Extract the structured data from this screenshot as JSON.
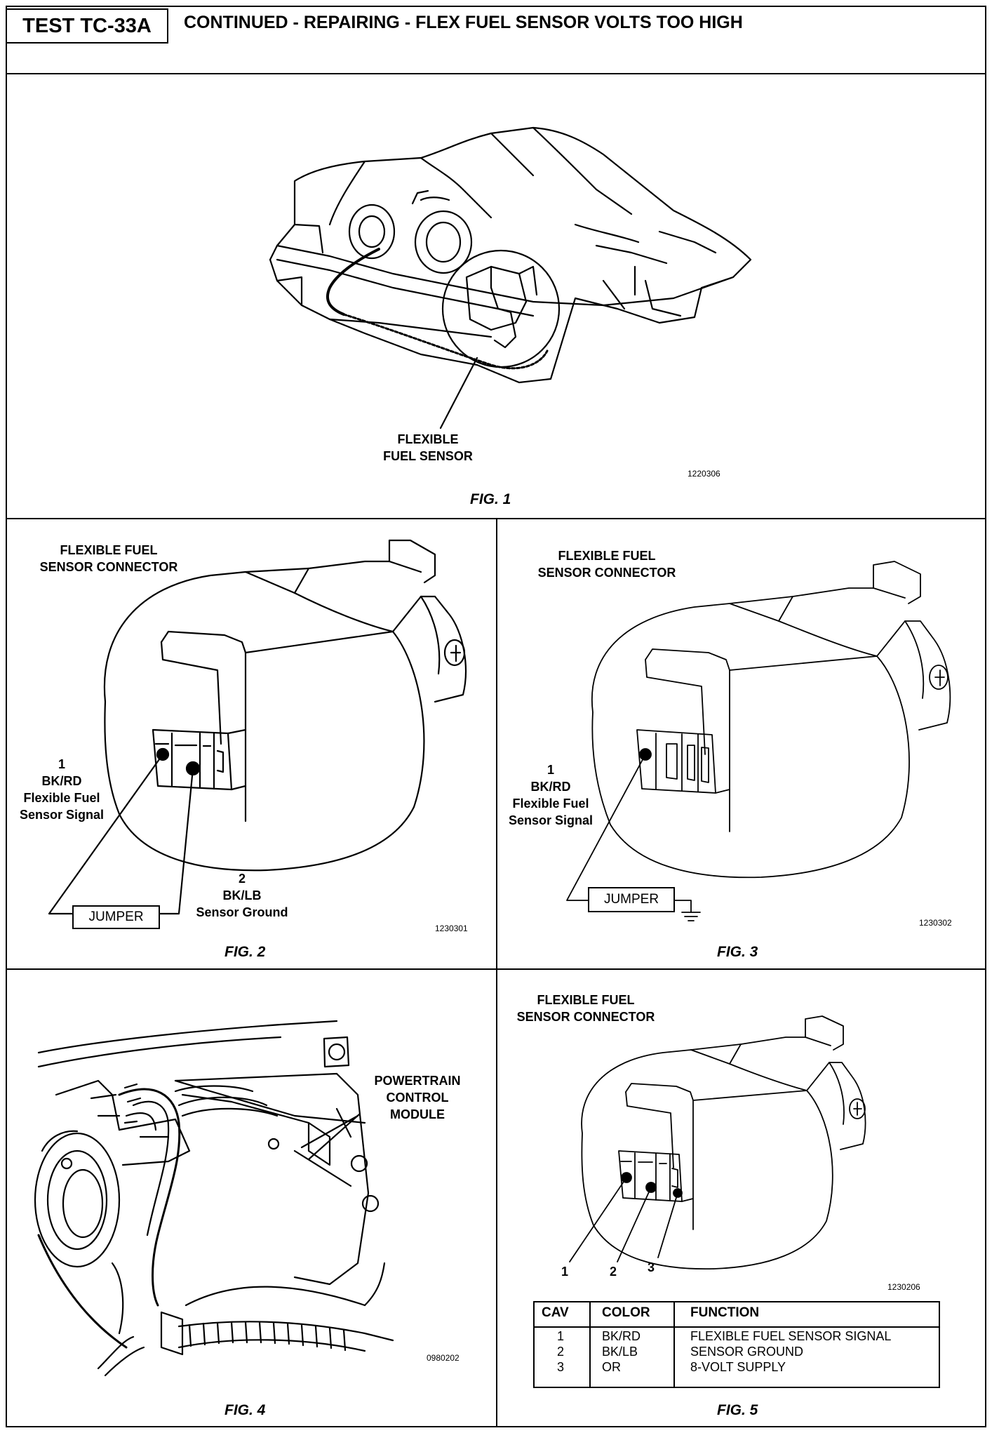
{
  "header": {
    "test_id": "TEST TC-33A",
    "title": "CONTINUED -  REPAIRING - FLEX FUEL SENSOR VOLTS TOO HIGH"
  },
  "fig1": {
    "label_line1": "FLEXIBLE",
    "label_line2": "FUEL SENSOR",
    "code": "1220306",
    "caption": "FIG. 1"
  },
  "fig2": {
    "title_line1": "FLEXIBLE FUEL",
    "title_line2": "SENSOR CONNECTOR",
    "pin1_num": "1",
    "pin1_color": "BK/RD",
    "pin1_func_line1": "Flexible Fuel",
    "pin1_func_line2": "Sensor Signal",
    "pin2_num": "2",
    "pin2_color": "BK/LB",
    "pin2_func": "Sensor Ground",
    "jumper": "JUMPER",
    "code": "1230301",
    "caption": "FIG. 2"
  },
  "fig3": {
    "title_line1": "FLEXIBLE FUEL",
    "title_line2": "SENSOR CONNECTOR",
    "pin1_num": "1",
    "pin1_color": "BK/RD",
    "pin1_func_line1": "Flexible Fuel",
    "pin1_func_line2": "Sensor Signal",
    "jumper": "JUMPER",
    "code": "1230302",
    "caption": "FIG. 3"
  },
  "fig4": {
    "label_line1": "POWERTRAIN",
    "label_line2": "CONTROL",
    "label_line3": "MODULE",
    "code": "0980202",
    "caption": "FIG. 4"
  },
  "fig5": {
    "title_line1": "FLEXIBLE FUEL",
    "title_line2": "SENSOR CONNECTOR",
    "pins": [
      "1",
      "2",
      "3"
    ],
    "code": "1230206",
    "caption": "FIG. 5",
    "table": {
      "headers": [
        "CAV",
        "COLOR",
        "FUNCTION"
      ],
      "rows": [
        {
          "cav": "1",
          "color": "BK/RD",
          "function": "FLEXIBLE FUEL SENSOR SIGNAL"
        },
        {
          "cav": "2",
          "color": "BK/LB",
          "function": "SENSOR GROUND"
        },
        {
          "cav": "3",
          "color": "OR",
          "function": "8-VOLT SUPPLY"
        }
      ]
    }
  }
}
